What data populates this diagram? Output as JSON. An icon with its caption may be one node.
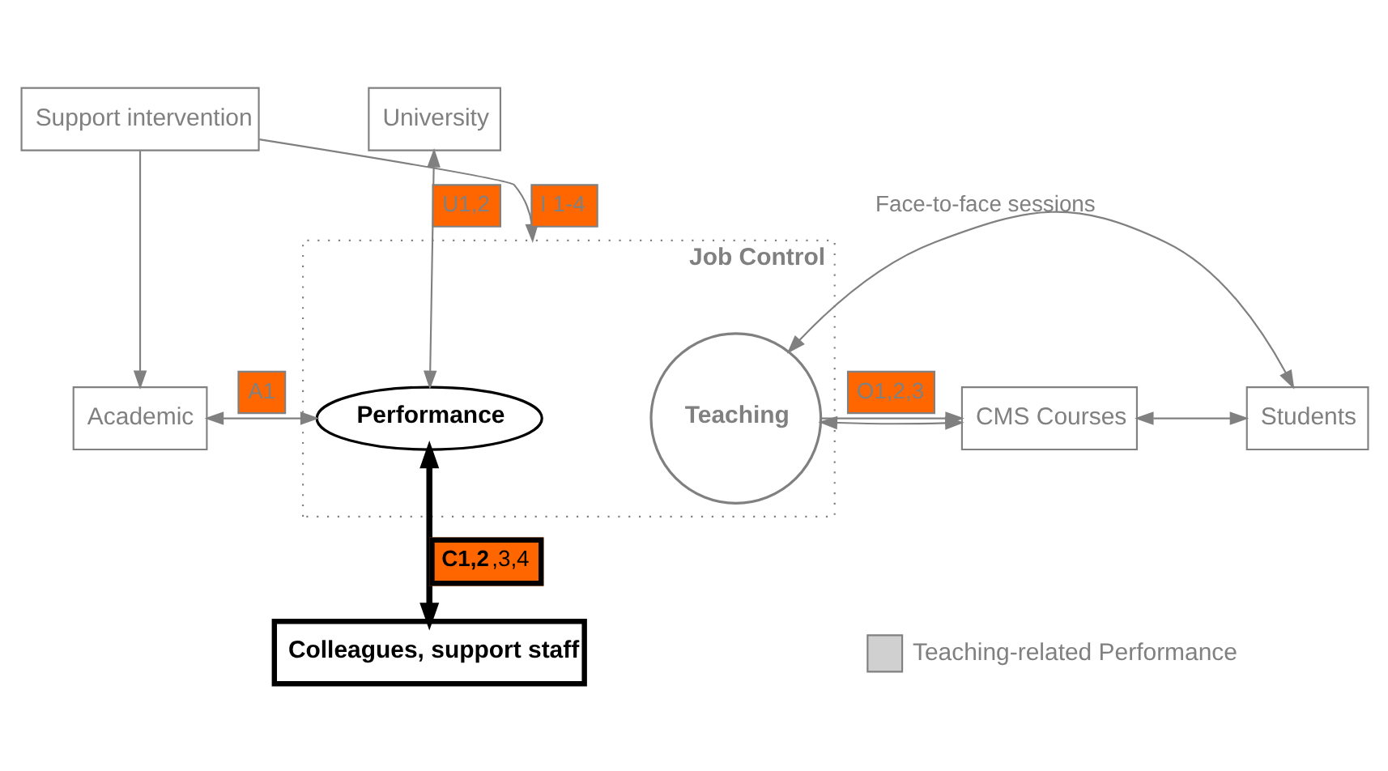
{
  "diagram": {
    "nodes": [
      {
        "text": [
          "University"
        ]
      },
      {
        "text": [
          "Support intervention"
        ]
      },
      {
        "text": [
          "Academic"
        ]
      },
      {
        "text": [
          "Job Control"
        ]
      },
      {
        "text": [
          "Performance"
        ],
        "in": 3
      },
      {
        "text": [
          "Teaching"
        ],
        "in": 3
      },
      {
        "text": [
          "CMS Courses"
        ]
      },
      {
        "text": [
          "Students"
        ]
      },
      {
        "text": [
          "Colleagues, support staff"
        ]
      }
    ],
    "edges": [
      {
        "from": 0,
        "to": 4,
        "arrow": "both",
        "label": "U1,2"
      },
      {
        "from": 1,
        "to": 3,
        "arrow": "to",
        "label": "I 1-4"
      },
      {
        "from": 1,
        "to": 2,
        "arrow": "to"
      },
      {
        "from": 2,
        "to": 4,
        "arrow": "both",
        "label": "A1"
      },
      {
        "from": 5,
        "to": 6,
        "arrow": "to",
        "label": "O1,2,3"
      },
      {
        "from": 6,
        "to": 5,
        "arrow": "both"
      },
      {
        "from": 6,
        "to": 7,
        "arrow": "both"
      },
      {
        "from": 5,
        "to": 7,
        "arrow": "both",
        "label": "Face-to-face sessions"
      },
      {
        "from": 4,
        "to": 8,
        "arrow": "both",
        "label": "**C1,2**,3,4",
        "style": "thick",
        "color": "#000000"
      }
    ],
    "legend": [
      {
        "text": "Teaching-related Performance"
      }
    ]
  }
}
